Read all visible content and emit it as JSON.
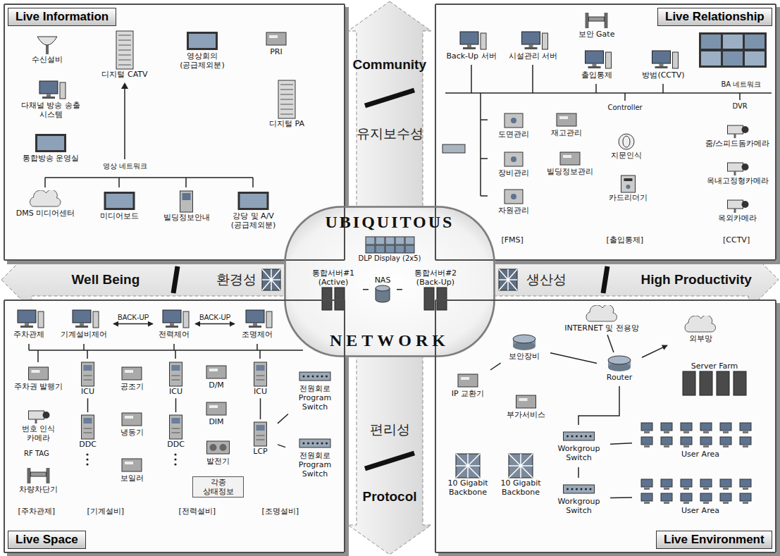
{
  "diagram": {
    "nodes": [
      {
        "text": [
          "Live Information"
        ]
      },
      {
        "text": [
          "수신설비"
        ],
        "in": 0
      },
      {
        "text": [
          "다채널 방송 송출 시스템"
        ],
        "in": 0
      },
      {
        "text": [
          "통합방송 운영실"
        ],
        "in": 0
      },
      {
        "text": [
          "디지털 CATV"
        ],
        "in": 0
      },
      {
        "text": [
          "영상회의 (공급제외분)"
        ],
        "in": 0
      },
      {
        "text": [
          "PRI"
        ],
        "in": 0
      },
      {
        "text": [
          "디지털 PA"
        ],
        "in": 0
      },
      {
        "text": [
          "DMS 미디어센터"
        ],
        "in": 0
      },
      {
        "text": [
          "미디어보드"
        ],
        "in": 0
      },
      {
        "text": [
          "빌딩정보안내"
        ],
        "in": 0
      },
      {
        "text": [
          "강당 및 A/V (공급제외분)"
        ],
        "in": 0
      },
      {
        "text": [
          "Live Relationship"
        ]
      },
      {
        "text": [
          "Back-Up 서버"
        ],
        "in": 12
      },
      {
        "text": [
          "시설관리 서버"
        ],
        "in": 12
      },
      {
        "text": [
          "보안 Gate"
        ],
        "in": 12
      },
      {
        "text": [
          "출입통제"
        ],
        "in": 12
      },
      {
        "text": [
          "방범(CCTV)"
        ],
        "in": 12
      },
      {
        "text": [
          "도면관리"
        ],
        "in": 12
      },
      {
        "text": [
          "재고관리"
        ],
        "in": 12
      },
      {
        "text": [
          "장비관리"
        ],
        "in": 12
      },
      {
        "text": [
          "빌딩정보관리"
        ],
        "in": 12
      },
      {
        "text": [
          "자원관리"
        ],
        "in": 12
      },
      {
        "text": [
          "지문인식"
        ],
        "in": 12
      },
      {
        "text": [
          "카드리더기"
        ],
        "in": 12
      },
      {
        "text": [
          "줌/스피드돔카메라"
        ],
        "in": 12
      },
      {
        "text": [
          "옥내고정형카메라"
        ],
        "in": 12
      },
      {
        "text": [
          "옥외카메라"
        ],
        "in": 12
      },
      {
        "text": [
          "UBIQUITOUS",
          "NETWORK"
        ]
      },
      {
        "text": [
          "DLP Display (2x5)"
        ],
        "in": 28
      },
      {
        "text": [
          "통합서버#1 (Active)"
        ],
        "in": 28
      },
      {
        "text": [
          "NAS"
        ],
        "in": 28
      },
      {
        "text": [
          "통합서버#2 (Back-Up)"
        ],
        "in": 28
      },
      {
        "text": [
          "Live Space"
        ]
      },
      {
        "text": [
          "주차관제"
        ],
        "in": 33
      },
      {
        "text": [
          "기계설비제어"
        ],
        "in": 33
      },
      {
        "text": [
          "전력제어"
        ],
        "in": 33
      },
      {
        "text": [
          "조명제어"
        ],
        "in": 33
      },
      {
        "text": [
          "주차권 발행기"
        ],
        "in": 33
      },
      {
        "text": [
          "번호 인식 카메라"
        ],
        "in": 33
      },
      {
        "text": [
          "차량차단기"
        ],
        "in": 33
      },
      {
        "text": [
          "ICU"
        ],
        "in": 33
      },
      {
        "text": [
          "DDC"
        ],
        "in": 33
      },
      {
        "text": [
          "공조기"
        ],
        "in": 33
      },
      {
        "text": [
          "냉동기"
        ],
        "in": 33
      },
      {
        "text": [
          "보일러"
        ],
        "in": 33
      },
      {
        "text": [
          "ICU"
        ],
        "in": 33
      },
      {
        "text": [
          "DDC"
        ],
        "in": 33
      },
      {
        "text": [
          "D/M"
        ],
        "in": 33
      },
      {
        "text": [
          "DIM"
        ],
        "in": 33
      },
      {
        "text": [
          "발전기"
        ],
        "in": 33
      },
      {
        "text": [
          "각종 상태정보"
        ],
        "in": 33
      },
      {
        "text": [
          "ICU"
        ],
        "in": 33
      },
      {
        "text": [
          "LCP"
        ],
        "in": 33
      },
      {
        "text": [
          "전원회로",
          "Program Switch"
        ],
        "in": 33
      },
      {
        "text": [
          "전원회로",
          "Program Switch"
        ],
        "in": 33
      },
      {
        "text": [
          "Live Environment"
        ]
      },
      {
        "text": [
          "INTERNET 및 전용망"
        ],
        "in": 56
      },
      {
        "text": [
          "외부망"
        ],
        "in": 56
      },
      {
        "text": [
          "보안장비"
        ],
        "in": 56
      },
      {
        "text": [
          "Router"
        ],
        "in": 56
      },
      {
        "text": [
          "Server Farm"
        ],
        "in": 56
      },
      {
        "text": [
          "IP 교환기"
        ],
        "in": 56
      },
      {
        "text": [
          "부가서비스"
        ],
        "in": 56
      },
      {
        "text": [
          "Workgroup Switch"
        ],
        "in": 56
      },
      {
        "text": [
          "User Area"
        ],
        "in": 56
      },
      {
        "text": [
          "Workgroup Switch"
        ],
        "in": 56
      },
      {
        "text": [
          "User Area"
        ],
        "in": 56
      },
      {
        "text": [
          "10 Gigabit Backbone"
        ],
        "in": 56
      },
      {
        "text": [
          "10 Gigabit Backbone"
        ],
        "in": 56
      }
    ],
    "edges": [
      {
        "from": 35,
        "to": 36,
        "label": "BACK-UP",
        "arrow": "both"
      },
      {
        "from": 36,
        "to": 37,
        "label": "BACK-UP",
        "arrow": "both"
      },
      {
        "from": 30,
        "to": 31,
        "arrow": "none"
      },
      {
        "from": 31,
        "to": 32,
        "arrow": "none"
      },
      {
        "from": 41,
        "to": 42,
        "arrow": "none"
      },
      {
        "from": 46,
        "to": 47,
        "arrow": "none"
      },
      {
        "from": 52,
        "to": 53,
        "arrow": "none"
      },
      {
        "from": 53,
        "to": 54,
        "arrow": "none"
      },
      {
        "from": 53,
        "to": 55,
        "arrow": "none"
      },
      {
        "from": 57,
        "to": 60,
        "arrow": "none"
      },
      {
        "from": 59,
        "to": 60,
        "arrow": "none"
      },
      {
        "from": 60,
        "to": 58,
        "arrow": "to"
      },
      {
        "from": 62,
        "to": 59,
        "arrow": "none"
      },
      {
        "from": 64,
        "to": 65,
        "arrow": "none"
      },
      {
        "from": 66,
        "to": 67,
        "arrow": "none"
      }
    ],
    "labels": [
      "영상 네트워크",
      "BA 네트워크",
      "Controller",
      "DVR",
      "[FMS]",
      "[출입통제]",
      "[CCTV]",
      "RF TAG",
      "[주차관제]",
      "[기계설비]",
      "[전력설비]",
      "[조명설비]",
      "Community",
      "유지보수성",
      "Well Being",
      "환경성",
      "생산성",
      "High Productivity",
      "편리성",
      "Protocol"
    ]
  }
}
